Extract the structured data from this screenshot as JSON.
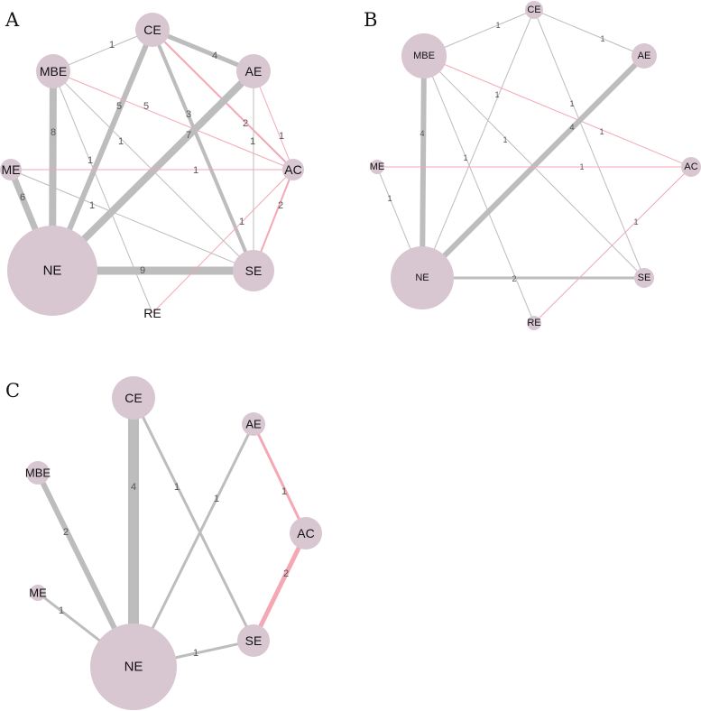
{
  "colors": {
    "node_fill": "#d8c6d0",
    "edge_gray": "#bdbdbd",
    "edge_pink": "#f4a8b4",
    "text": "#111111"
  },
  "panels": [
    {
      "label": "A",
      "nodes": [
        {
          "id": "CE",
          "label": "CE"
        },
        {
          "id": "AE",
          "label": "AE"
        },
        {
          "id": "MBE",
          "label": "MBE"
        },
        {
          "id": "ME",
          "label": "ME"
        },
        {
          "id": "AC",
          "label": "AC"
        },
        {
          "id": "NE",
          "label": "NE"
        },
        {
          "id": "SE",
          "label": "SE"
        },
        {
          "id": "RE",
          "label": "RE"
        }
      ],
      "edges": [
        {
          "from": "MBE",
          "to": "CE",
          "label": "1",
          "color": "gray"
        },
        {
          "from": "CE",
          "to": "AE",
          "label": "4",
          "color": "gray"
        },
        {
          "from": "CE",
          "to": "AC",
          "label": "2",
          "color": "pink"
        },
        {
          "from": "CE",
          "to": "NE",
          "label": "5",
          "color": "gray"
        },
        {
          "from": "CE",
          "to": "SE",
          "label": "3",
          "color": "gray"
        },
        {
          "from": "MBE",
          "to": "NE",
          "label": "8",
          "color": "gray"
        },
        {
          "from": "MBE",
          "to": "AC",
          "label": "5",
          "color": "pink"
        },
        {
          "from": "MBE",
          "to": "SE",
          "label": "1",
          "color": "gray"
        },
        {
          "from": "MBE",
          "to": "RE",
          "label": "1",
          "color": "gray"
        },
        {
          "from": "AE",
          "to": "NE",
          "label": "7",
          "color": "gray"
        },
        {
          "from": "AE",
          "to": "SE",
          "label": "1",
          "color": "gray"
        },
        {
          "from": "AE",
          "to": "AC",
          "label": "1",
          "color": "pink"
        },
        {
          "from": "ME",
          "to": "AC",
          "label": "1",
          "color": "pink"
        },
        {
          "from": "ME",
          "to": "NE",
          "label": "6",
          "color": "gray"
        },
        {
          "from": "ME",
          "to": "SE",
          "label": "1",
          "color": "gray"
        },
        {
          "from": "NE",
          "to": "SE",
          "label": "9",
          "color": "gray"
        },
        {
          "from": "SE",
          "to": "AC",
          "label": "2",
          "color": "pink"
        },
        {
          "from": "RE",
          "to": "AC",
          "label": "1",
          "color": "pink"
        }
      ]
    },
    {
      "label": "B",
      "nodes": [
        {
          "id": "CE",
          "label": "CE"
        },
        {
          "id": "AE",
          "label": "AE"
        },
        {
          "id": "MBE",
          "label": "MBE"
        },
        {
          "id": "ME",
          "label": "ME"
        },
        {
          "id": "AC",
          "label": "AC"
        },
        {
          "id": "NE",
          "label": "NE"
        },
        {
          "id": "SE",
          "label": "SE"
        },
        {
          "id": "RE",
          "label": "RE"
        }
      ],
      "edges": [
        {
          "from": "MBE",
          "to": "CE",
          "label": "1",
          "color": "gray"
        },
        {
          "from": "CE",
          "to": "AE",
          "label": "1",
          "color": "gray"
        },
        {
          "from": "CE",
          "to": "NE",
          "label": "1",
          "color": "gray"
        },
        {
          "from": "CE",
          "to": "SE",
          "label": "1",
          "color": "gray"
        },
        {
          "from": "MBE",
          "to": "NE",
          "label": "4",
          "color": "gray"
        },
        {
          "from": "MBE",
          "to": "AC",
          "label": "1",
          "color": "pink"
        },
        {
          "from": "MBE",
          "to": "SE",
          "label": "1",
          "color": "gray"
        },
        {
          "from": "MBE",
          "to": "RE",
          "label": "1",
          "color": "gray"
        },
        {
          "from": "AE",
          "to": "NE",
          "label": "4",
          "color": "gray"
        },
        {
          "from": "ME",
          "to": "AC",
          "label": "1",
          "color": "pink"
        },
        {
          "from": "ME",
          "to": "NE",
          "label": "1",
          "color": "gray"
        },
        {
          "from": "NE",
          "to": "SE",
          "label": "2",
          "color": "gray"
        },
        {
          "from": "RE",
          "to": "AC",
          "label": "1",
          "color": "pink"
        }
      ]
    },
    {
      "label": "C",
      "nodes": [
        {
          "id": "CE",
          "label": "CE"
        },
        {
          "id": "AE",
          "label": "AE"
        },
        {
          "id": "MBE",
          "label": "MBE"
        },
        {
          "id": "ME",
          "label": "ME"
        },
        {
          "id": "AC",
          "label": "AC"
        },
        {
          "id": "NE",
          "label": "NE"
        },
        {
          "id": "SE",
          "label": "SE"
        }
      ],
      "edges": [
        {
          "from": "CE",
          "to": "NE",
          "label": "4",
          "color": "gray"
        },
        {
          "from": "CE",
          "to": "SE",
          "label": "1",
          "color": "gray"
        },
        {
          "from": "AE",
          "to": "NE",
          "label": "1",
          "color": "gray"
        },
        {
          "from": "AE",
          "to": "AC",
          "label": "1",
          "color": "pink"
        },
        {
          "from": "MBE",
          "to": "NE",
          "label": "2",
          "color": "gray"
        },
        {
          "from": "ME",
          "to": "NE",
          "label": "1",
          "color": "gray"
        },
        {
          "from": "NE",
          "to": "SE",
          "label": "1",
          "color": "gray"
        },
        {
          "from": "SE",
          "to": "AC",
          "label": "2",
          "color": "pink"
        }
      ]
    }
  ]
}
